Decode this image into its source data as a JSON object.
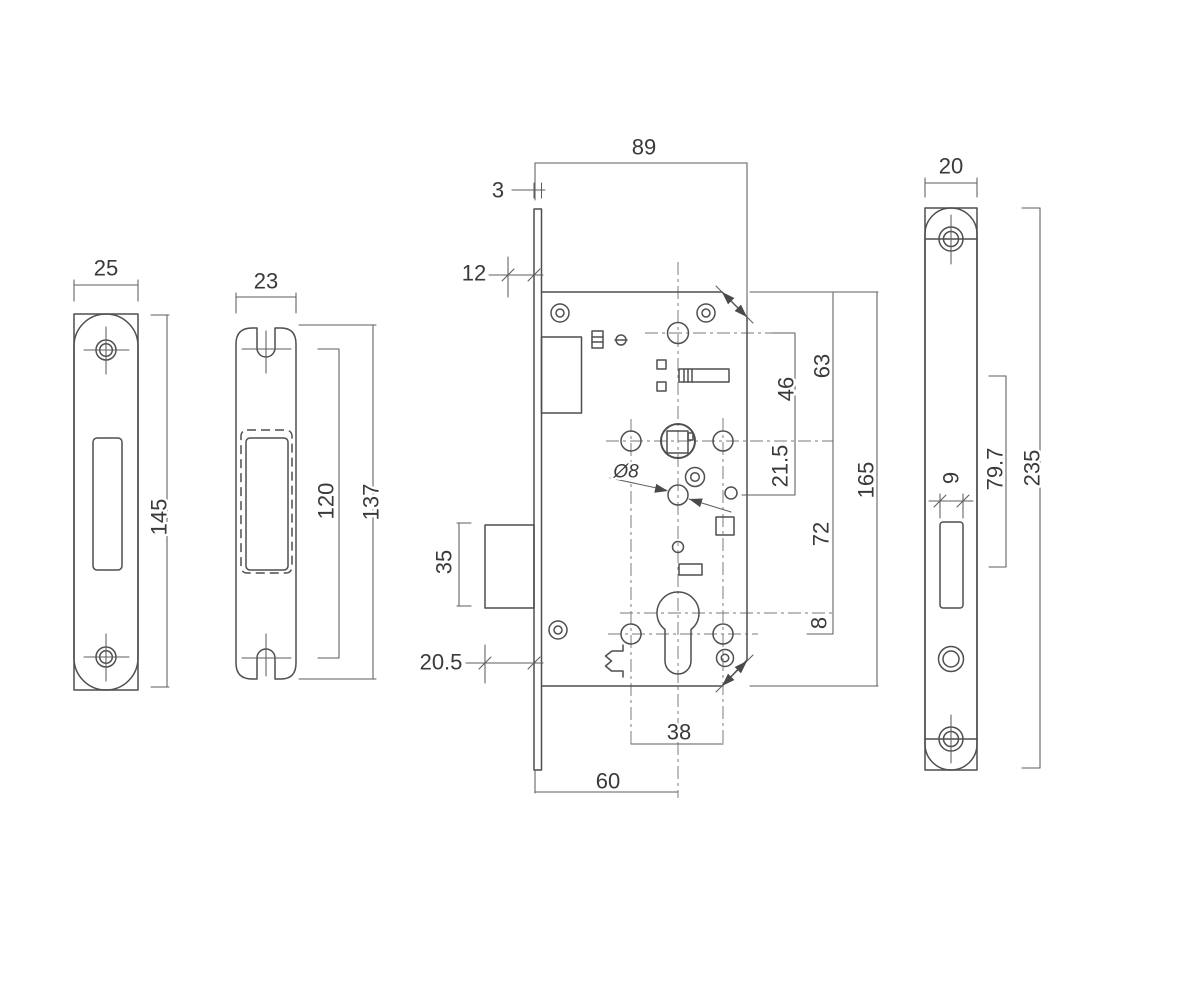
{
  "views": {
    "strike_plate": {
      "width": "25",
      "height": "145"
    },
    "strike_box": {
      "width": "23",
      "hole_spacing": "120",
      "height": "137"
    },
    "lock_case": {
      "case_width": "89",
      "faceplate_thickness": "3",
      "latch_projection": "12",
      "deadbolt_height": "35",
      "deadbolt_throw": "20.5",
      "follower_hole_dia": "Ø8",
      "hub_to_spindle": "46",
      "top_to_spindle": "63",
      "spindle_to_follower": "21.5",
      "case_height": "165",
      "spindle_to_cylinder": "72",
      "cylinder_to_fixing": "8",
      "fixing_hole_spacing": "38",
      "backset": "60"
    },
    "end_faceplate": {
      "width": "20",
      "latch_slot_width": "9",
      "latch_zone_height": "79.7",
      "height": "235"
    }
  }
}
